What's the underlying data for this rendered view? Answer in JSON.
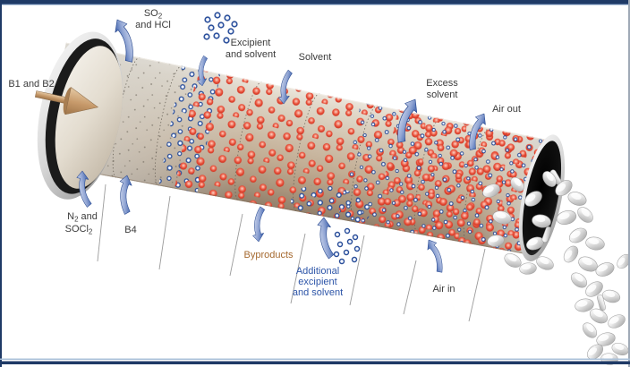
{
  "figure": {
    "labels": {
      "b1_b2": "B1 and B2",
      "so2": {
        "base": "SO",
        "sub": "2",
        "line2": "and HCl"
      },
      "excipient": {
        "line1": "Excipient",
        "line2": "and solvent"
      },
      "solvent": "Solvent",
      "excess": {
        "line1": "Excess",
        "line2": "solvent"
      },
      "air_out": "Air out",
      "n2_socl2": {
        "n_base": "N",
        "n_sub": "2",
        "n_rest": "and",
        "s_base": "SOCl",
        "s_sub": "2"
      },
      "b4": "B4",
      "byproducts": "Byproducts",
      "additional": {
        "line1": "Additional",
        "line2": "excipient",
        "line3": "and solvent"
      },
      "air_in": "Air in"
    },
    "colors": {
      "frame": "#1f3a66",
      "frame_light_line": "#a9c0d8",
      "text": "#3b3b3b",
      "byproducts_text": "#a5692f",
      "additional_text": "#2d55a8",
      "red_particle": "#e74c36",
      "blue_particle": "#2d55a8",
      "arrow_blue": "#3c60ac",
      "drum_surface": "#c2ad94",
      "feed_arrow": "#c79a6b",
      "tablet": "#ededed"
    }
  }
}
